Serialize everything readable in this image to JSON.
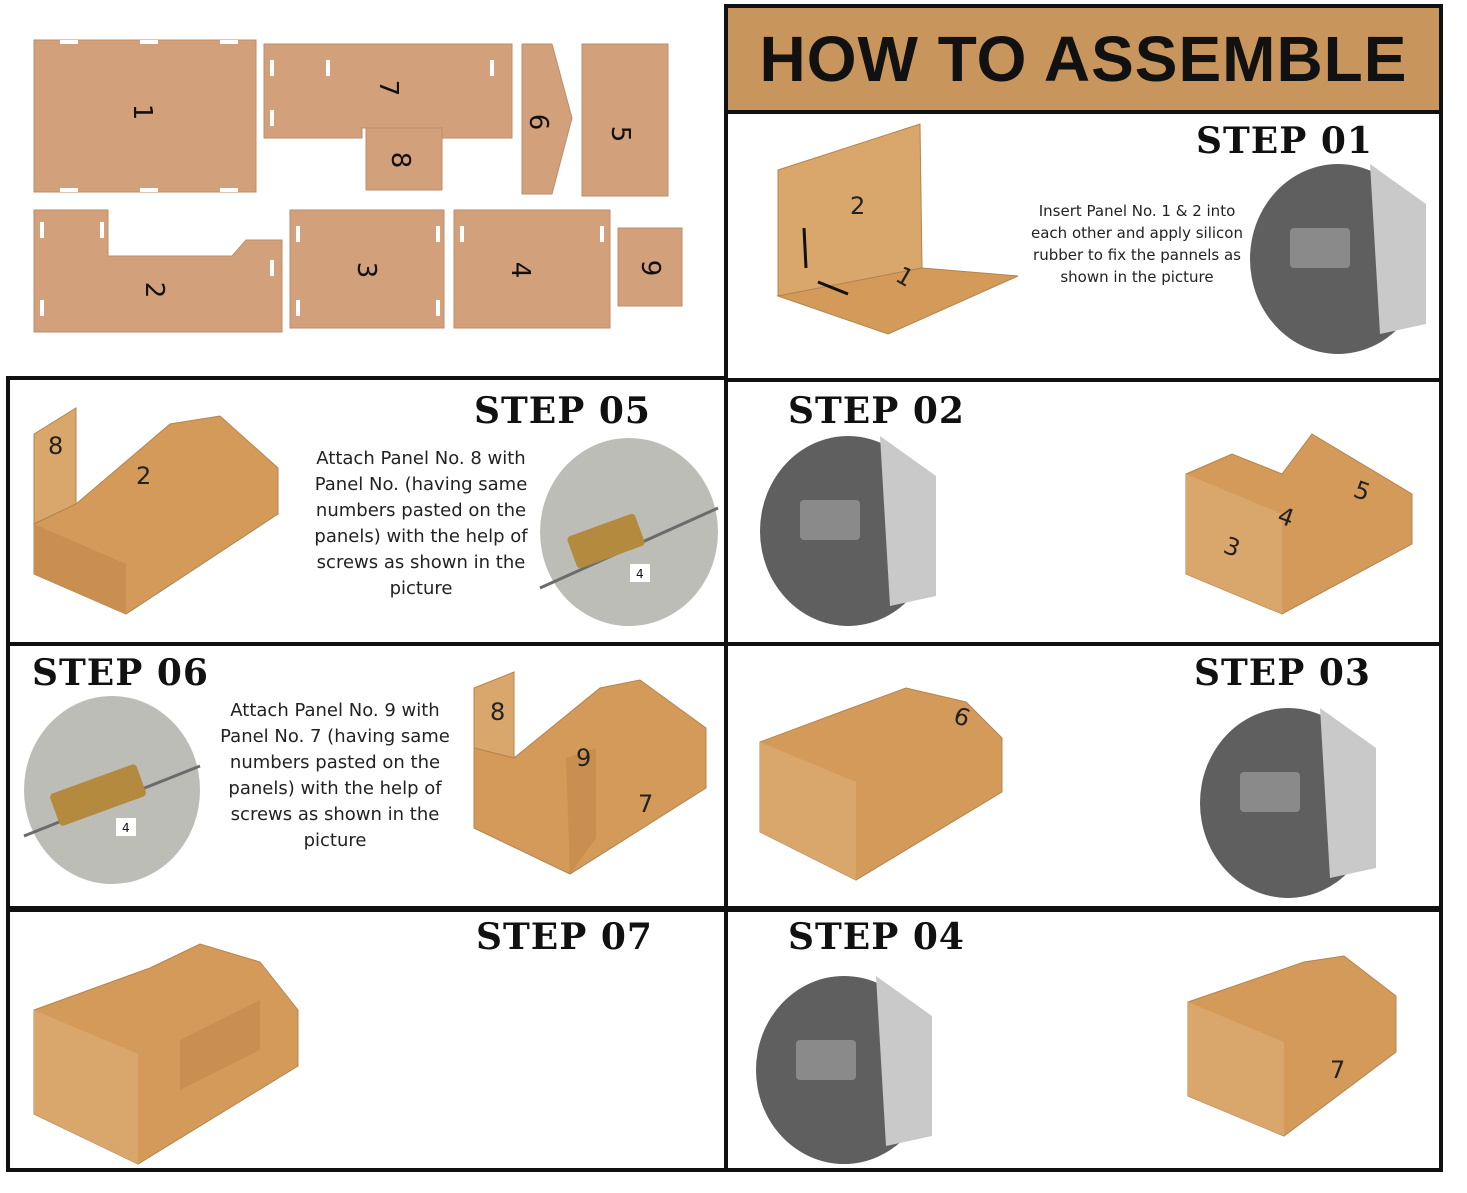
{
  "header": {
    "title": "HOW TO ASSEMBLE"
  },
  "colors": {
    "panel": "#D2A07A",
    "wood": "#D49A5A",
    "wood_dark": "#B9834A",
    "title_bg": "#C8955C",
    "zoom_gray": "#6A6A6A"
  },
  "panels": [
    "1",
    "7",
    "8",
    "6",
    "5",
    "2",
    "3",
    "4",
    "9"
  ],
  "steps": {
    "s1": {
      "label": "STEP 01",
      "text": [
        "Insert Panel No. 1 & 2 into",
        "each other and apply silicon",
        "rubber to fix the pannels as",
        "shown in the picture"
      ],
      "parts": [
        "2",
        "1"
      ]
    },
    "s2": {
      "label": "STEP 02",
      "parts": [
        "5",
        "4",
        "3"
      ]
    },
    "s3": {
      "label": "STEP 03",
      "parts": [
        "6"
      ]
    },
    "s4": {
      "label": "STEP 04",
      "parts": [
        "7"
      ]
    },
    "s5": {
      "label": "STEP 05",
      "text": [
        "Attach Panel No. 8 with",
        "Panel No.    (having same",
        "numbers pasted on the",
        "panels) with the help of",
        "screws as shown in the",
        "picture"
      ],
      "parts": [
        "8",
        "2"
      ],
      "tag": "4"
    },
    "s6": {
      "label": "STEP 06",
      "text": [
        "Attach Panel No. 9 with",
        "Panel No. 7 (having same",
        "numbers pasted on the",
        "panels) with the help of",
        "screws as shown in the",
        "picture"
      ],
      "parts": [
        "8",
        "9",
        "7"
      ],
      "tag": "4"
    },
    "s7": {
      "label": "STEP 07"
    }
  },
  "icons": [
    "panel-layout-diagram",
    "zoom-detail-icon",
    "hinge-detail-icon",
    "box-assembly-icon"
  ]
}
